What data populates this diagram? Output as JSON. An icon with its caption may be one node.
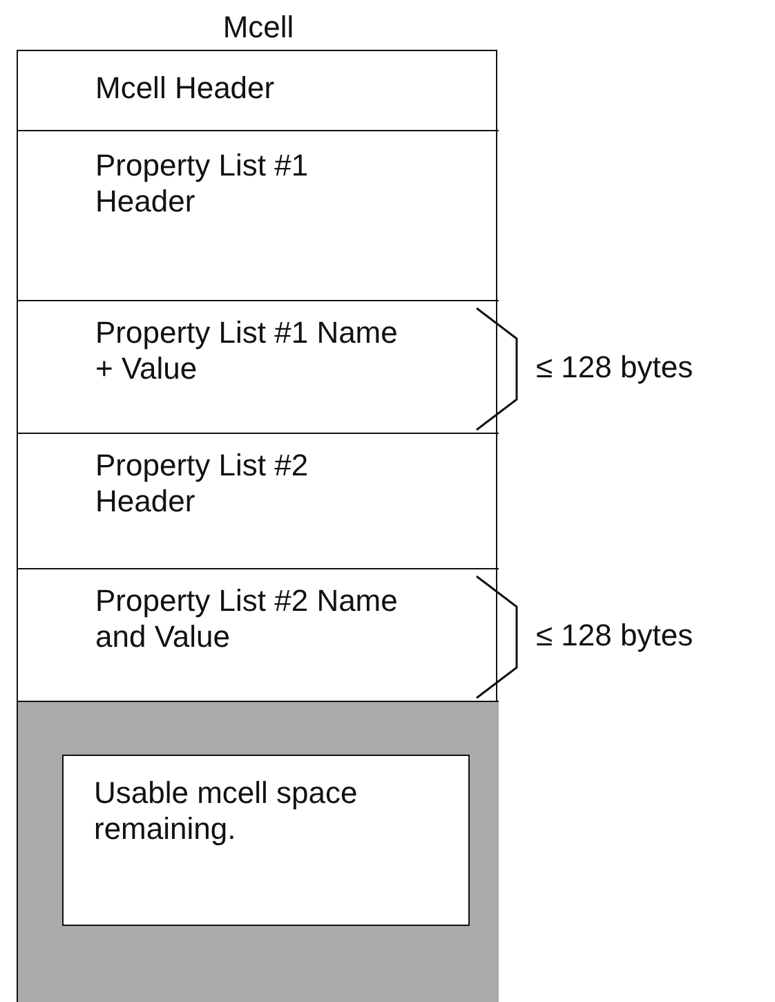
{
  "diagram": {
    "nodes": [
      {
        "text": [
          "Mcell"
        ]
      },
      {
        "text": [
          "Mcell Header"
        ],
        "in": 0
      },
      {
        "text": [
          "Property List #1 Header"
        ],
        "in": 0
      },
      {
        "text": [
          "Property List #1 Name + Value"
        ],
        "in": 0
      },
      {
        "text": [
          "Property List #2 Header"
        ],
        "in": 0
      },
      {
        "text": [
          "Property List #2 Name and Value"
        ],
        "in": 0
      },
      {
        "text": [],
        "shape": "box",
        "in": 0
      },
      {
        "text": [
          "Usable mcell space remaining."
        ],
        "in": 6
      }
    ],
    "labels": [
      "≤ 128 bytes",
      "≤ 128 bytes"
    ]
  }
}
